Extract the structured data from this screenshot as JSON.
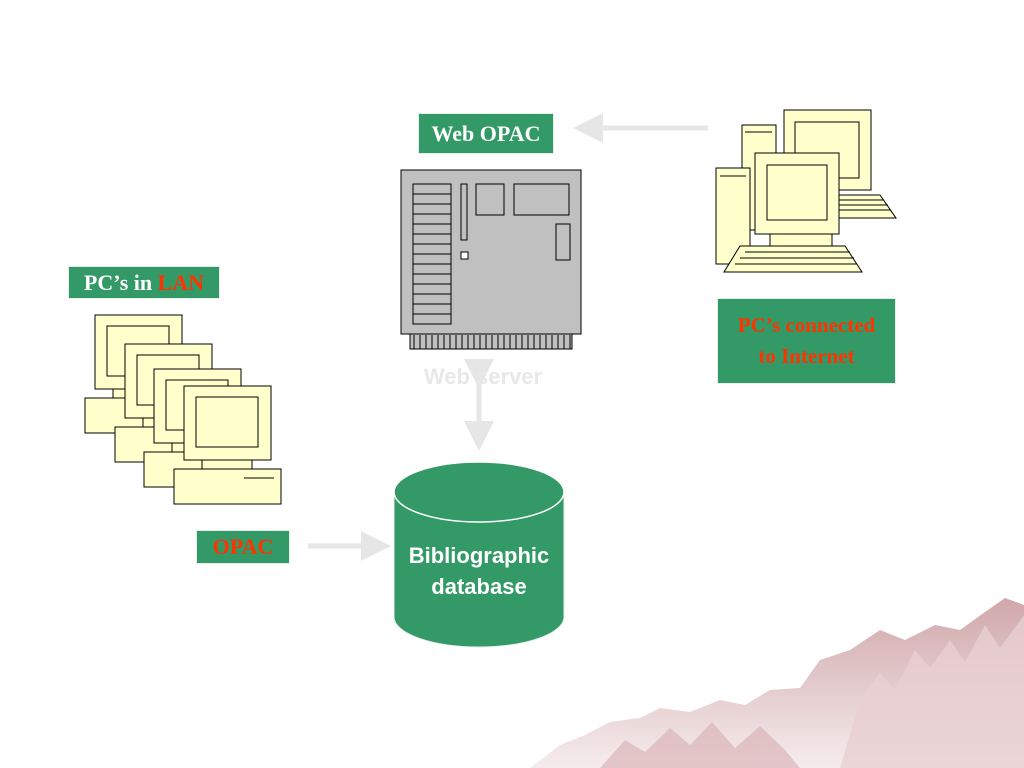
{
  "colors": {
    "green": "#339966",
    "red": "#ff3300",
    "computer_fill": "#ffffcc",
    "server_fill": "#c0c0c0",
    "arrow": "#e6e6e6"
  },
  "labels": {
    "web_opac": "Web OPAC",
    "pcs_in": "PC’s in ",
    "lan": "LAN",
    "opac": "OPAC",
    "internet_line1": "PC’s connected",
    "internet_line2": "to Internet",
    "web_server": "Web server",
    "db_line1": "Bibliographic",
    "db_line2": "database"
  },
  "icons": {
    "server": "server-icon",
    "lan_pcs": "desktop-computer-icon",
    "internet_pcs": "desktop-computer-icon",
    "database": "database-cylinder-icon",
    "background": "mountain-range-icon"
  }
}
